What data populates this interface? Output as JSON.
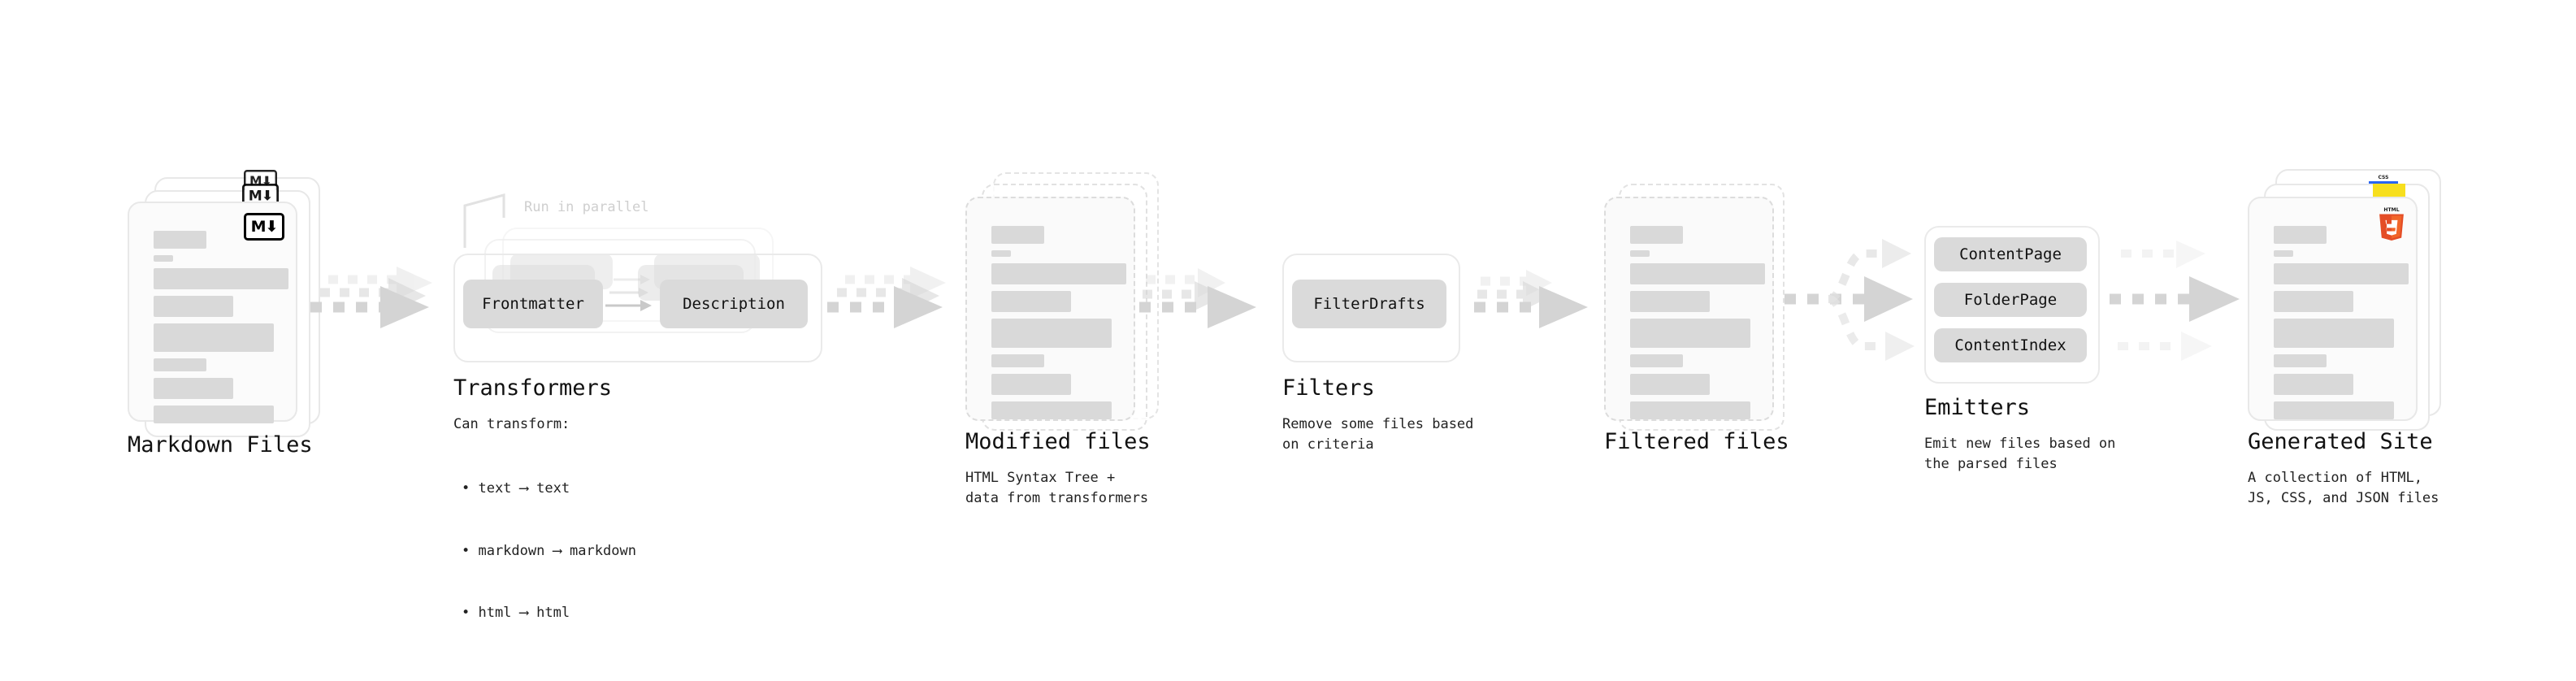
{
  "stages": [
    {
      "id": "markdown-files",
      "caption": "Markdown Files",
      "description": "",
      "badge": "markdown-badge",
      "badge_text": "M",
      "card_style": "solid",
      "stack_count": 3
    },
    {
      "id": "transformers",
      "caption": "Transformers",
      "description": "Can transform:",
      "bullets": [
        "• text ⟶ text",
        "• markdown ⟶ markdown",
        "• html ⟶ html"
      ],
      "annotation": "Run in parallel",
      "stack_count": 3,
      "chips": [
        "Frontmatter",
        "Description"
      ]
    },
    {
      "id": "modified-files",
      "caption": "Modified files",
      "description": "HTML Syntax Tree +\ndata from transformers",
      "card_style": "dashed",
      "stack_count": 3
    },
    {
      "id": "filters",
      "caption": "Filters",
      "description": "Remove some files based\non criteria",
      "chips": [
        "FilterDrafts"
      ]
    },
    {
      "id": "filtered-files",
      "caption": "Filtered files",
      "description": "",
      "card_style": "dashed",
      "stack_count": 2
    },
    {
      "id": "emitters",
      "caption": "Emitters",
      "description": "Emit new files based on\nthe parsed files",
      "chips": [
        "ContentPage",
        "FolderPage",
        "ContentIndex"
      ]
    },
    {
      "id": "generated-site",
      "caption": "Generated Site",
      "description": "A collection of HTML,\nJS, CSS, and JSON files",
      "badges": [
        "html5-badge",
        "js-badge",
        "css3-badge"
      ],
      "badge_text": "HTML",
      "badge_digit": "5",
      "badge_css_text": "CSS",
      "card_style": "solid",
      "stack_count": 3
    }
  ],
  "colors": {
    "card_fill": "#fbfbfb",
    "card_border": "#e8e8e8",
    "dashed_border": "#dcdcdc",
    "line_fill": "#d9d9d9",
    "chip_fill": "#dadada",
    "arrow": "#d4d4d4",
    "note_text": "#cfcfcf",
    "html5_orange": "#e44d26",
    "html5_orange_light": "#f16529",
    "js_yellow": "#f7df1e",
    "css_blue": "#2965f1"
  }
}
